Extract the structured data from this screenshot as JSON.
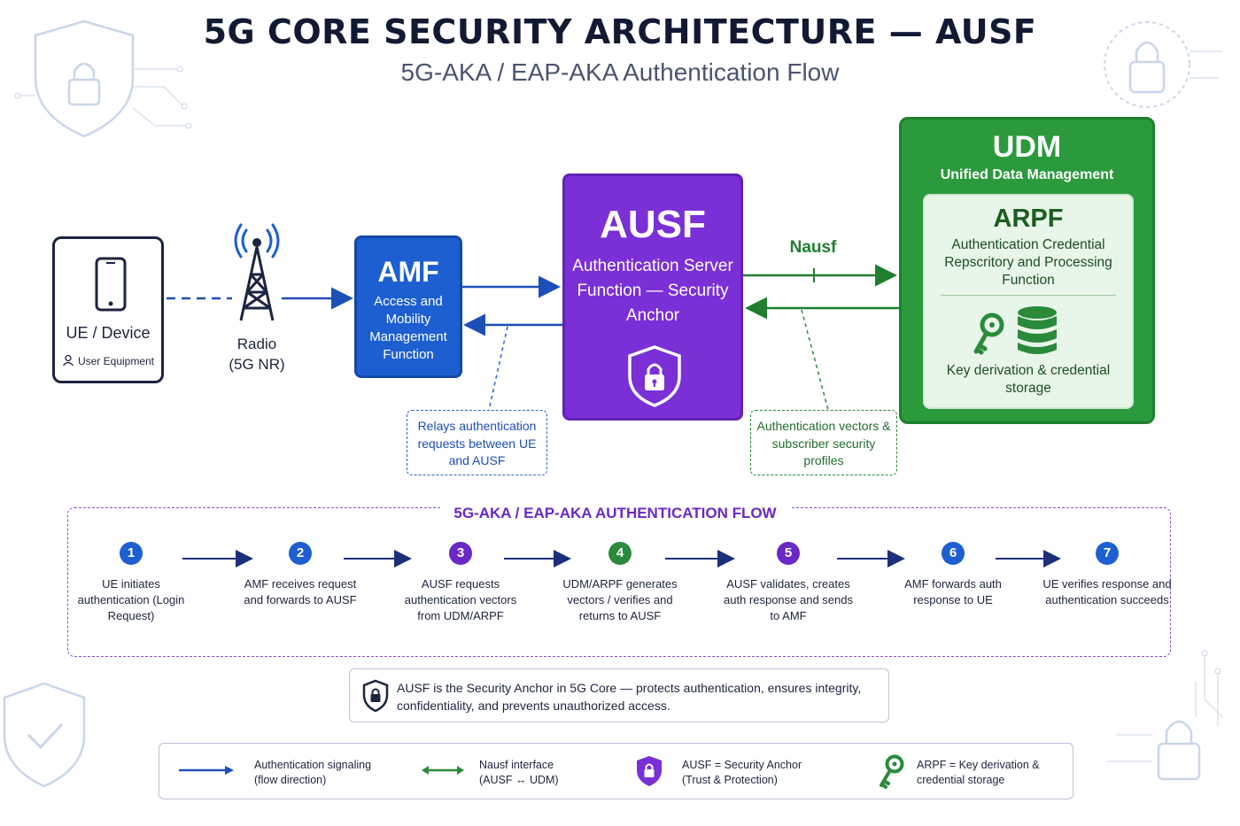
{
  "header": {
    "title": "5G CORE SECURITY ARCHITECTURE — AUSF",
    "subtitle": "5G-AKA / EAP-AKA Authentication Flow"
  },
  "ue": {
    "title": "UE / Device",
    "subtitle": "User Equipment"
  },
  "radio": {
    "line1": "Radio",
    "line2": "(5G NR)"
  },
  "amf": {
    "title": "AMF",
    "description": "Access and Mobility Management Function"
  },
  "ausf": {
    "title": "AUSF",
    "description": "Authentication Server Function — Security Anchor"
  },
  "udm": {
    "title": "UDM",
    "subtitle": "Unified Data Management",
    "arpf": {
      "title": "ARPF",
      "description": "Authentication Credential Repscritory and Processing Function",
      "storage": "Key derivation & credential storage"
    }
  },
  "interface": {
    "nausf": "Nausf"
  },
  "callouts": {
    "amf": "Relays authentication requests between UE and AUSF",
    "udm": "Authentication vectors & subscriber security profiles"
  },
  "flow": {
    "title": "5G-AKA / EAP-AKA AUTHENTICATION FLOW",
    "steps": [
      {
        "num": "1",
        "text": "UE initiates authentication (Login Request)",
        "color": "#1d5fd0"
      },
      {
        "num": "2",
        "text": "AMF receives request and forwards to AUSF",
        "color": "#1d5fd0"
      },
      {
        "num": "3",
        "text": "AUSF requests authentication vectors from UDM/ARPF",
        "color": "#6a28c8"
      },
      {
        "num": "4",
        "text": "UDM/ARPF generates vectors / verifies and returns to AUSF",
        "color": "#2a8a3a"
      },
      {
        "num": "5",
        "text": "AUSF validates, creates auth response and sends to AMF",
        "color": "#6a28c8"
      },
      {
        "num": "6",
        "text": "AMF forwards auth response to UE",
        "color": "#1d5fd0"
      },
      {
        "num": "7",
        "text": "UE verifies response and authentication succeeds",
        "color": "#1d5fd0"
      }
    ]
  },
  "note": {
    "text": "AUSF is the Security Anchor in 5G Core — protects authentication, ensures integrity, confidentiality, and prevents unauthorized access."
  },
  "legend": {
    "items": [
      {
        "label": "Authentication signaling (flow direction)",
        "icon": "blue-arrow-icon"
      },
      {
        "label": "Nausf interface (AUSF ↔ UDM)",
        "icon": "green-double-arrow-icon"
      },
      {
        "label": "AUSF = Security Anchor (Trust & Protection)",
        "icon": "purple-shield-lock-icon"
      },
      {
        "label": "ARPF = Key derivation & credential storage",
        "icon": "green-key-icon"
      }
    ]
  },
  "colors": {
    "blue": "#1d5fd0",
    "purple": "#7b2fd6",
    "green": "#2a9a3c",
    "dark": "#1b2440"
  }
}
